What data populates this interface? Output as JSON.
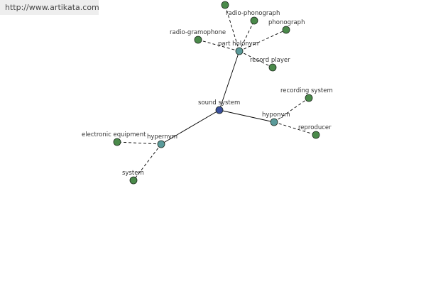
{
  "source": {
    "url_text": "http://www.artikata.com"
  },
  "colors": {
    "center": "#3a4f9c",
    "relation": "#5a9a9a",
    "leaf": "#4a8a4a"
  },
  "graph": {
    "center": {
      "label": "sound system"
    },
    "relations": [
      {
        "key": "part_holonym",
        "label": "part holonym",
        "leaves": [
          {
            "label": ""
          },
          {
            "label": "radio-phonograph"
          },
          {
            "label": "phonograph"
          },
          {
            "label": "radio-gramophone"
          },
          {
            "label": "record player"
          }
        ]
      },
      {
        "key": "hyponym",
        "label": "hyponym",
        "leaves": [
          {
            "label": "recording system"
          },
          {
            "label": "reproducer"
          }
        ]
      },
      {
        "key": "hypernym",
        "label": "hypernym",
        "leaves": [
          {
            "label": "electronic equipment"
          },
          {
            "label": "system"
          }
        ]
      }
    ]
  }
}
